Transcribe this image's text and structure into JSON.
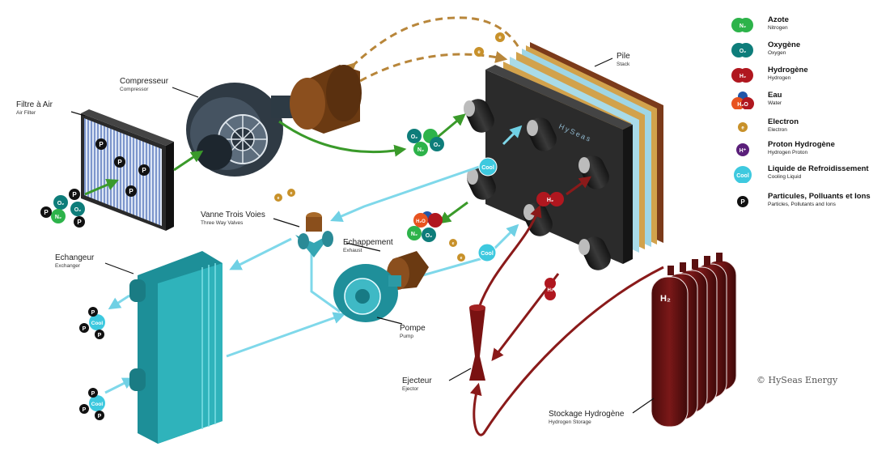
{
  "components": {
    "air_filter": {
      "name": "Filtre à Air",
      "sub": "Air Filter"
    },
    "compressor": {
      "name": "Compresseur",
      "sub": "Compressor"
    },
    "stack": {
      "name": "Pile",
      "sub": "Stack"
    },
    "three_way_valve": {
      "name": "Vanne Trois Voies",
      "sub": "Three Way Valves"
    },
    "exhaust": {
      "name": "Echappement",
      "sub": "Exhaust"
    },
    "exchanger": {
      "name": "Echangeur",
      "sub": "Exchanger"
    },
    "pump": {
      "name": "Pompe",
      "sub": "Pump"
    },
    "ejector": {
      "name": "Ejecteur",
      "sub": "Ejector"
    },
    "hydrogen_storage": {
      "name": "Stockage Hydrogène",
      "sub": "Hydrogen Storage"
    }
  },
  "legend": [
    {
      "name": "Azote",
      "sub": "Nitrogen",
      "symbol": "N₂",
      "color": "#2db34a"
    },
    {
      "name": "Oxygène",
      "sub": "Oxygen",
      "symbol": "O₂",
      "color": "#0e7d7a"
    },
    {
      "name": "Hydrogène",
      "sub": "Hydrogen",
      "symbol": "H₂",
      "color": "#b0171f"
    },
    {
      "name": "Eau",
      "sub": "Water",
      "symbol": "H₂O",
      "color": "#e8531f"
    },
    {
      "name": "Electron",
      "sub": "Electron",
      "symbol": "e",
      "color": "#c8912a"
    },
    {
      "name": "Proton Hydrogène",
      "sub": "Hydrogen Proton",
      "symbol": "H⁺",
      "color": "#5a1f7a"
    },
    {
      "name": "Liquide de Refroidissement",
      "sub": "Cooling Liquid",
      "symbol": "Cool",
      "color": "#3ec9df"
    },
    {
      "name": "Particules, Polluants et Ions",
      "sub": "Particles, Pollutants and Ions",
      "symbol": "P",
      "color": "#111111"
    }
  ],
  "molecule_labels": {
    "n2": "N₂",
    "o2": "O₂",
    "h2": "H₂",
    "h2o": "H₂O",
    "e": "e",
    "h_plus": "H⁺",
    "cool": "Cool",
    "p": "P"
  },
  "stack_brand": "HySeas",
  "tank_label": "H₂",
  "copyright": "© HySeas Energy",
  "colors": {
    "air": "#3a9a2a",
    "coolant": "#7fd8ea",
    "hydrogen": "#8a1a1a",
    "electron": "#b8863a",
    "stack_body": "#2b2b2b",
    "exchanger": "#2aa6ad",
    "compressor": "#3a4650",
    "tank": "#6b1414"
  }
}
